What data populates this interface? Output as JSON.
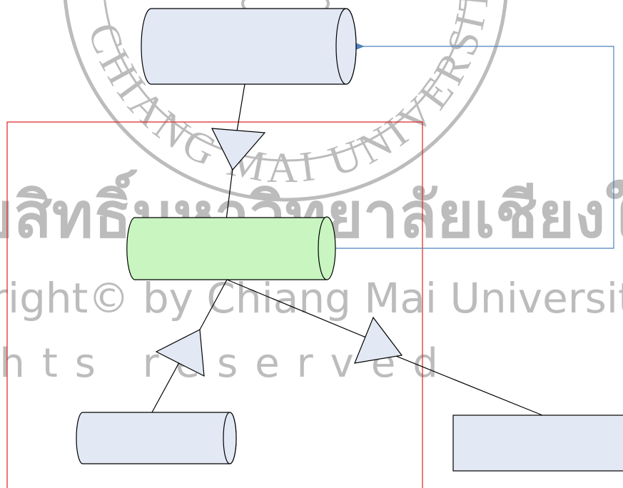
{
  "colors": {
    "cylinder_fill": "#e2e8f4",
    "highlight_fill": "#c8f5c0",
    "triangle_fill": "#e2e8f4",
    "process_fill": "#e2e8f4",
    "boundary_stroke": "#e02020",
    "feedback_arrow": "#4f81bd",
    "line": "#000000",
    "watermark": "#bcbcbc"
  },
  "watermark": {
    "seal_text": "CHIANG MAI UNIVERSITY",
    "thai_text": "ลิขสิทธิ์มหาวิทยาลัยเชียงใหม่",
    "copyright_text": "Copyright© by Chiang Mai University",
    "rights_text": "All rights reserved"
  },
  "diagram": {
    "nodes": [
      {
        "id": "source-store",
        "shape": "cylinder"
      },
      {
        "id": "middle-store",
        "shape": "cylinder",
        "highlighted": true
      },
      {
        "id": "output-store",
        "shape": "cylinder"
      },
      {
        "id": "process-box",
        "shape": "rectangle"
      }
    ],
    "connectors": [
      {
        "from": "source-store",
        "to": "middle-store",
        "via": "triangle"
      },
      {
        "from": "middle-store",
        "to": "output-store",
        "via": "triangle"
      },
      {
        "from": "middle-store",
        "to": "process-box",
        "via": "triangle"
      },
      {
        "from": "middle-store",
        "to": "source-store",
        "style": "feedback-arrow"
      }
    ]
  }
}
